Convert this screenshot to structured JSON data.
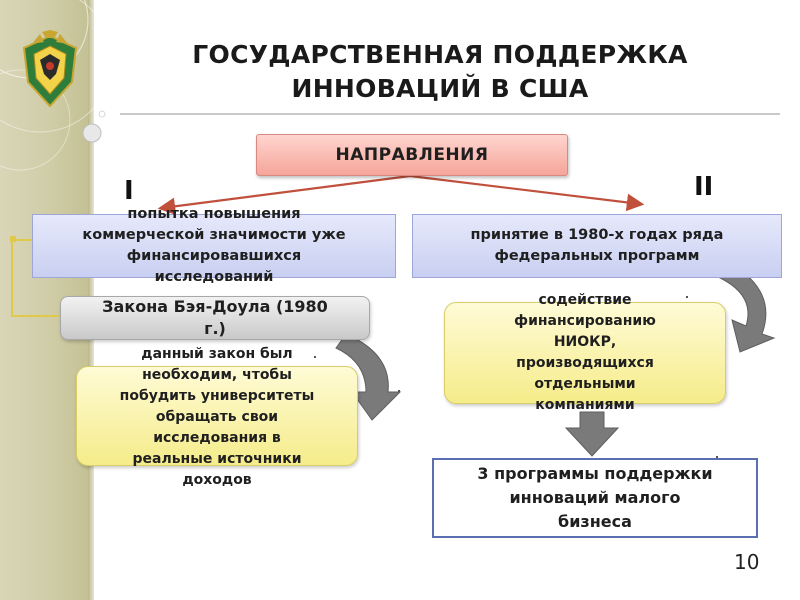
{
  "slide": {
    "title_line1": "ГОСУДАРСТВЕННАЯ ПОДДЕРЖКА",
    "title_line2": "ИННОВАЦИЙ В США",
    "directions": "НАПРАВЛЕНИЯ",
    "roman_one": "I",
    "roman_two": "II",
    "left_top": {
      "line1": "попытка повышения",
      "line2": "коммерческой значимости уже",
      "line3": "финансировавшихся",
      "line4": "исследований"
    },
    "right_top": {
      "line1": "принятие в 1980-х годах ряда",
      "line2": "федеральных программ"
    },
    "law": {
      "line1": "Закона Бэя-Доула (1980",
      "line2": "г.)"
    },
    "law_desc": {
      "line1": "данный закон был",
      "line2": "необходим, чтобы",
      "line3": "побудить университеты",
      "line4": "обращать свои",
      "line5": "исследования в",
      "line6": "реальные источники",
      "line7": "доходов"
    },
    "support": {
      "line1": "содействие",
      "line2": "финансированию",
      "line3": "НИОКР,",
      "line4": "производящихся",
      "line5": "отдельными",
      "line6": "компаниями"
    },
    "programs": {
      "line1": "3 программы поддержки",
      "line2": "инноваций малого",
      "line3": "бизнеса"
    },
    "page_number": "10"
  },
  "colors": {
    "directions_fill": "#f5a59a",
    "blue_box_fill": "#c9cff1",
    "yellow_box_fill": "#f5ec8a",
    "programs_border": "#5b6fb0",
    "arrow_red": "#c0503c",
    "arrow_gray": "#7a7a7a"
  },
  "icons": {
    "emblem": "coat-of-arms-emblem-icon"
  }
}
